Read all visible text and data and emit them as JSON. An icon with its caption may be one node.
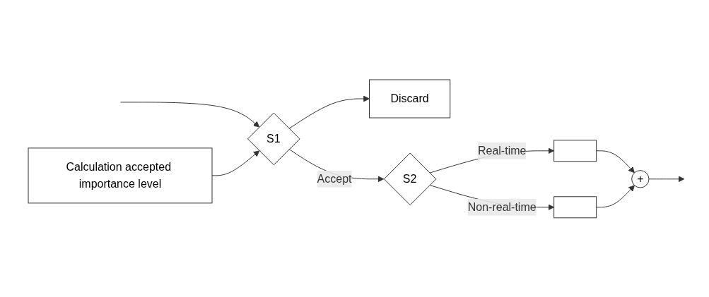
{
  "diagram": {
    "nodes": [
      {
        "text": [
          "Calculation accepted importance level"
        ]
      },
      {
        "text": [
          "S1"
        ]
      },
      {
        "text": [
          "Discard"
        ]
      },
      {
        "text": [
          "S2"
        ]
      },
      {
        "text": [],
        "shape": "box"
      },
      {
        "text": [],
        "shape": "box"
      },
      {
        "text": [
          "+"
        ]
      }
    ],
    "edges": [
      {
        "from": null,
        "to": 1,
        "arrow": "to"
      },
      {
        "from": 0,
        "to": 1,
        "arrow": "to"
      },
      {
        "from": 1,
        "to": 2,
        "arrow": "to"
      },
      {
        "from": 1,
        "to": 3,
        "label": "Accept",
        "arrow": "to"
      },
      {
        "from": 3,
        "to": 4,
        "label": "Real-time",
        "arrow": "to"
      },
      {
        "from": 3,
        "to": 5,
        "label": "Non-real-time",
        "arrow": "to"
      },
      {
        "from": 4,
        "to": 6,
        "arrow": "to"
      },
      {
        "from": 5,
        "to": 6,
        "arrow": "to"
      },
      {
        "from": 6,
        "to": null,
        "arrow": "to"
      }
    ]
  }
}
